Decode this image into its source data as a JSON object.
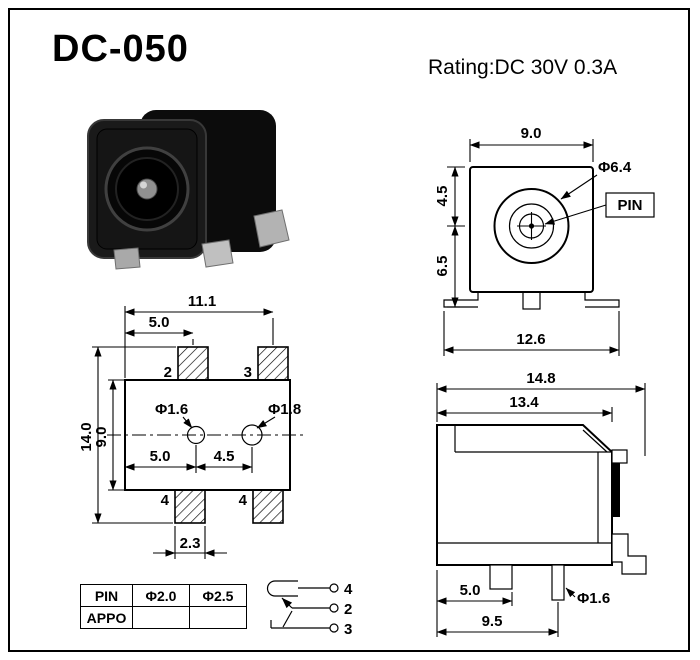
{
  "page": {
    "title": "DC-050",
    "rating": "Rating:DC 30V 0.3A"
  },
  "front_view": {
    "dim_top_width": "9.0",
    "label_barrel_dia": "Φ6.4",
    "label_pin": "PIN",
    "dim_upper_height": "4.5",
    "dim_lower_height": "6.5",
    "dim_overall_width": "12.6"
  },
  "top_view": {
    "dim_overall_width": "11.1",
    "dim_pad_offset": "5.0",
    "dim_overall_height": "14.0",
    "dim_body_height": "9.0",
    "label_hole_small": "Φ1.6",
    "label_hole_large": "Φ1.8",
    "dim_hole1_offset": "5.0",
    "dim_hole_pitch": "4.5",
    "dim_pad_width": "2.3",
    "pad_labels": {
      "top_left": "2",
      "top_right": "3",
      "bottom_left": "4",
      "bottom_right": "4"
    }
  },
  "side_view": {
    "dim_overall_width": "14.8",
    "dim_body_width": "13.4",
    "dim_peg_offset": "5.0",
    "label_pin_dia": "Φ1.6",
    "dim_pin_offset": "9.5"
  },
  "spec_table": {
    "rows": [
      {
        "c0": "PIN",
        "c1": "Φ2.0",
        "c2": "Φ2.5"
      },
      {
        "c0": "APPO",
        "c1": "",
        "c2": ""
      }
    ]
  },
  "schematic": {
    "pin_sleeve": "4",
    "pin_center": "2",
    "pin_switch": "3"
  }
}
